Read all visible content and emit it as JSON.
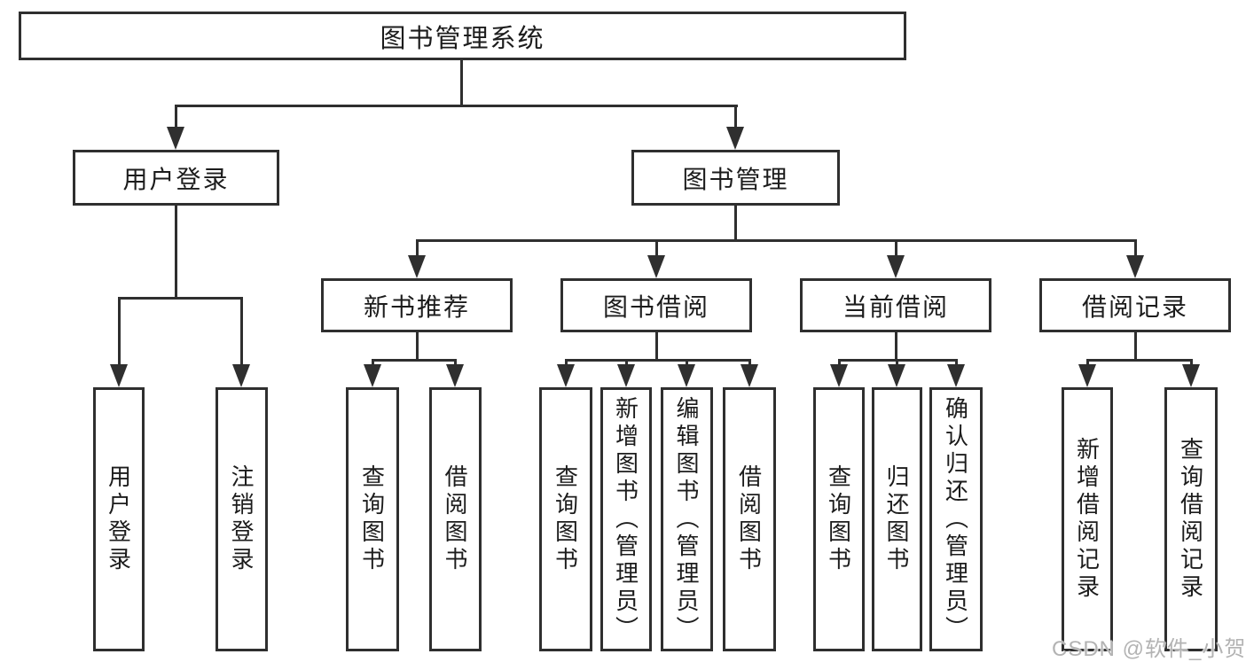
{
  "colors": {
    "line": "#2f2f2f",
    "text": "#1c1c1c",
    "background": "#ffffff",
    "watermark": "#b3b3b3"
  },
  "diagram": {
    "type": "tree",
    "root": {
      "label": "图书管理系统"
    },
    "children": [
      {
        "label": "用户登录",
        "leaves": [
          {
            "label": "用户登录"
          },
          {
            "label": "注销登录"
          }
        ]
      },
      {
        "label": "图书管理",
        "children": [
          {
            "label": "新书推荐",
            "leaves": [
              {
                "label": "查询图书"
              },
              {
                "label": "借阅图书"
              }
            ]
          },
          {
            "label": "图书借阅",
            "leaves": [
              {
                "label": "查询图书"
              },
              {
                "label": "新增图书（管理员）"
              },
              {
                "label": "编辑图书（管理员）"
              },
              {
                "label": "借阅图书"
              }
            ]
          },
          {
            "label": "当前借阅",
            "leaves": [
              {
                "label": "查询图书"
              },
              {
                "label": "归还图书"
              },
              {
                "label": "确认归还（管理员）"
              }
            ]
          },
          {
            "label": "借阅记录",
            "leaves": [
              {
                "label": "新增借阅记录"
              },
              {
                "label": "查询借阅记录"
              }
            ]
          }
        ]
      }
    ]
  },
  "watermark": {
    "text": "CSDN @软件_小贺同学"
  }
}
